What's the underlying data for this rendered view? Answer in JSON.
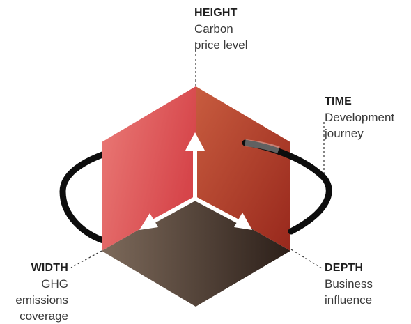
{
  "labels": {
    "height": {
      "title": "HEIGHT",
      "desc": [
        "Carbon",
        "price level"
      ]
    },
    "time": {
      "title": "TIME",
      "desc": [
        "Development",
        "journey"
      ]
    },
    "depth": {
      "title": "DEPTH",
      "desc": [
        "Business",
        "influence"
      ]
    },
    "width": {
      "title": "WIDTH",
      "desc": [
        "GHG",
        "emissions",
        "coverage"
      ]
    }
  },
  "colors": {
    "left_face_light": "#e87773",
    "left_face_dark": "#d8474a",
    "right_face_light": "#c6583e",
    "right_face_dark": "#9c2a1c",
    "bottom_face_light": "#7a6658",
    "bottom_face_dark": "#2f211b",
    "arrow": "#ffffff",
    "orbit": "#0d0d0d",
    "leader": "#333333"
  }
}
